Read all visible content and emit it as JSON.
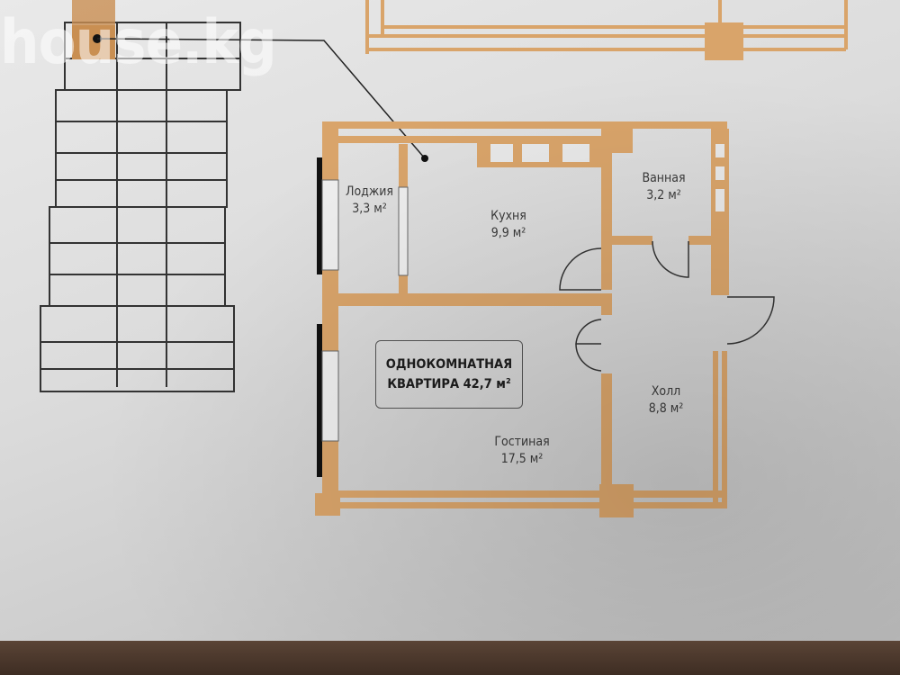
{
  "watermark": "house.kg",
  "apartment": {
    "line1": "ОДНОКОМНАТНАЯ",
    "line2": "КВАРТИРА 42,7 м²"
  },
  "rooms": [
    {
      "name": "Лоджия",
      "area": "3,3 м²"
    },
    {
      "name": "Кухня",
      "area": "9,9 м²"
    },
    {
      "name": "Ванная",
      "area": "3,2 м²"
    },
    {
      "name": "Холл",
      "area": "8,8 м²"
    },
    {
      "name": "Гостиная",
      "area": "17,5 м²"
    }
  ],
  "colors": {
    "wall": "#d9a46a",
    "highlight": "#c98f52",
    "paper": "#e2e2e2"
  }
}
